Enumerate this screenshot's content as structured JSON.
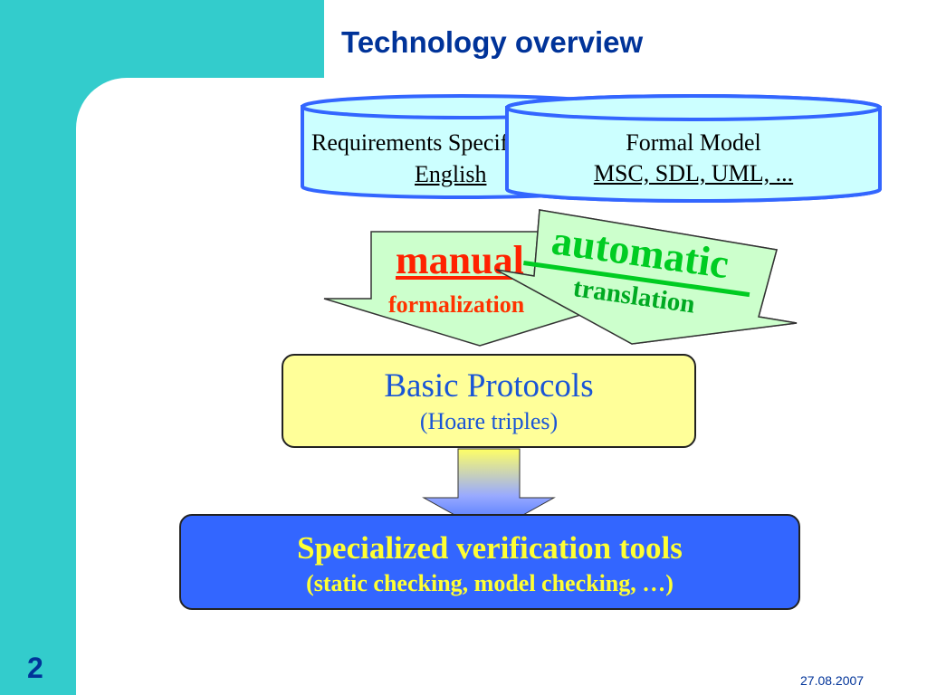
{
  "slide": {
    "title": "Technology overview",
    "page_number": "2",
    "date": "27.08.2007"
  },
  "requirements_cylinder": {
    "line1": "Requirements Specifications",
    "line2": "English"
  },
  "formal_model_cylinder": {
    "line1": "Formal Model",
    "line2": "MSC, SDL, UML, ..."
  },
  "manual_arrow": {
    "label": "manual",
    "sublabel": "formalization"
  },
  "automatic_arrow": {
    "label": "automatic",
    "sublabel": "translation"
  },
  "basic_protocols_box": {
    "title": "Basic Protocols",
    "subtitle": "(Hoare triples)"
  },
  "verification_box": {
    "title": "Specialized verification tools",
    "subtitle": "(static checking, model checking, …)"
  },
  "colors": {
    "teal": "#33cccc",
    "title_blue": "#003399",
    "cylinder_fill": "#ccffff",
    "cylinder_stroke": "#3366ff",
    "arrow_fill": "#ccffcc",
    "yellow_box": "#ffff99",
    "blue_box": "#3366ff",
    "manual_red": "#ff2200",
    "automatic_green": "#00cc22"
  }
}
